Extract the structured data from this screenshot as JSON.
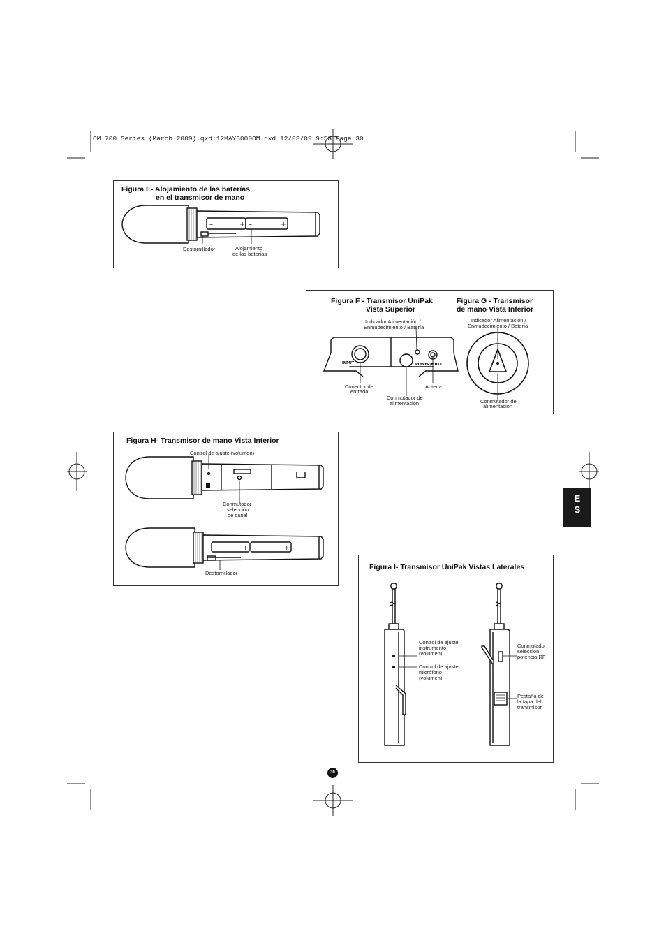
{
  "header": {
    "text": "OM 700 Series (March 2009).qxd:12MAY3000OM.qxd  12/03/09  9:58  Page 30"
  },
  "figure_e": {
    "title_line1": "Figura E- Alojamiento de las baterías",
    "title_line2": "en el transmisor de mano",
    "label_screwdriver": "Destornillador",
    "label_housing_line1": "Alojamiento",
    "label_housing_line2": "de las baterías"
  },
  "figure_f": {
    "title_line1": "Figura F - Transmisor UniPak",
    "title_line2": "Vista Superior",
    "label_indicator_line1": "Indicador Alimentación /",
    "label_indicator_line2": "Enmudecimiento / Batería",
    "label_input_line1": "Conector de",
    "label_input_line2": "entrada",
    "label_power_line1": "Conmutador de",
    "label_power_line2": "alimentación",
    "label_antenna": "Antena",
    "panel_input": "INPUT",
    "panel_power": "POWER/MUTE"
  },
  "figure_g": {
    "title_line1": "Figura G - Transmisor",
    "title_line2": "de mano Vista Inferior",
    "label_indicator_line1": "Indicador Alimentación /",
    "label_indicator_line2": "Enmudecimiento / Batería",
    "label_power_line1": "Conmutador de",
    "label_power_line2": "alimentación"
  },
  "figure_h": {
    "title": "Figura H- Transmisor de mano Vista Interior",
    "label_volume": "Control de ajuste (volumen)",
    "label_channel_line1": "Conmutador",
    "label_channel_line2": "selección",
    "label_channel_line3": "de canal",
    "label_screwdriver": "Destornillador"
  },
  "figure_i": {
    "title": "Figura I- Transmisor UniPak Vistas Laterales",
    "label_instr_line1": "Control de ajuste",
    "label_instr_line2": "instrumento",
    "label_instr_line3": "(volumen)",
    "label_mic_line1": "Control de ajuste",
    "label_mic_line2": "micrófono",
    "label_mic_line3": "(volumen)",
    "label_rf_line1": "Conmutador",
    "label_rf_line2": "selección",
    "label_rf_line3": "potencia RF",
    "label_tab_line1": "Pestaña de",
    "label_tab_line2": "la tapa del",
    "label_tab_line3": "transmisor"
  },
  "language_tab": {
    "line1": "E",
    "line2": "S"
  },
  "page_number": "30"
}
